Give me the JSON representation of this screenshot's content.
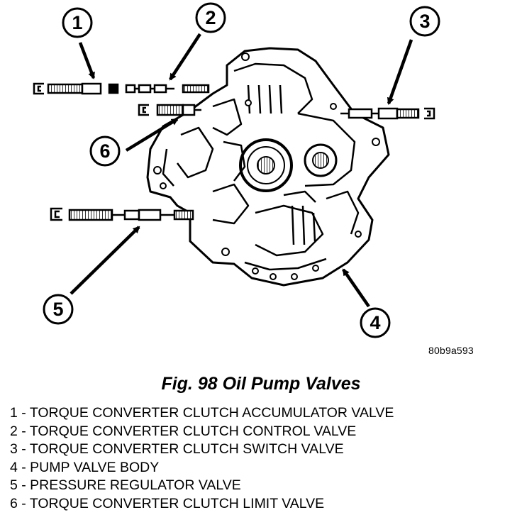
{
  "callouts": [
    {
      "number": "1"
    },
    {
      "number": "2"
    },
    {
      "number": "3"
    },
    {
      "number": "4"
    },
    {
      "number": "5"
    },
    {
      "number": "6"
    }
  ],
  "image_code": "80b9a593",
  "caption": "Fig. 98 Oil Pump Valves",
  "legend": [
    "1 - TORQUE CONVERTER CLUTCH ACCUMULATOR VALVE",
    "2 - TORQUE CONVERTER CLUTCH CONTROL VALVE",
    "3 - TORQUE CONVERTER CLUTCH SWITCH VALVE",
    "4 - PUMP VALVE BODY",
    "5 - PRESSURE REGULATOR VALVE",
    "6 - TORQUE CONVERTER CLUTCH LIMIT VALVE"
  ]
}
